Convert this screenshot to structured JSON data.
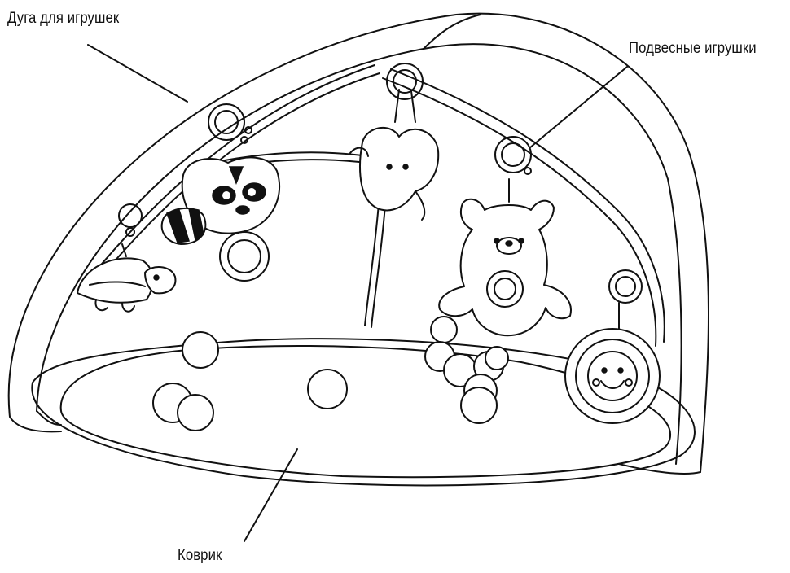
{
  "labels": {
    "arch": "Дуга для игрушек",
    "hanging_toys": "Подвесные игрушки",
    "mat": "Коврик"
  },
  "colors": {
    "line": "#111111",
    "background": "#ffffff"
  }
}
